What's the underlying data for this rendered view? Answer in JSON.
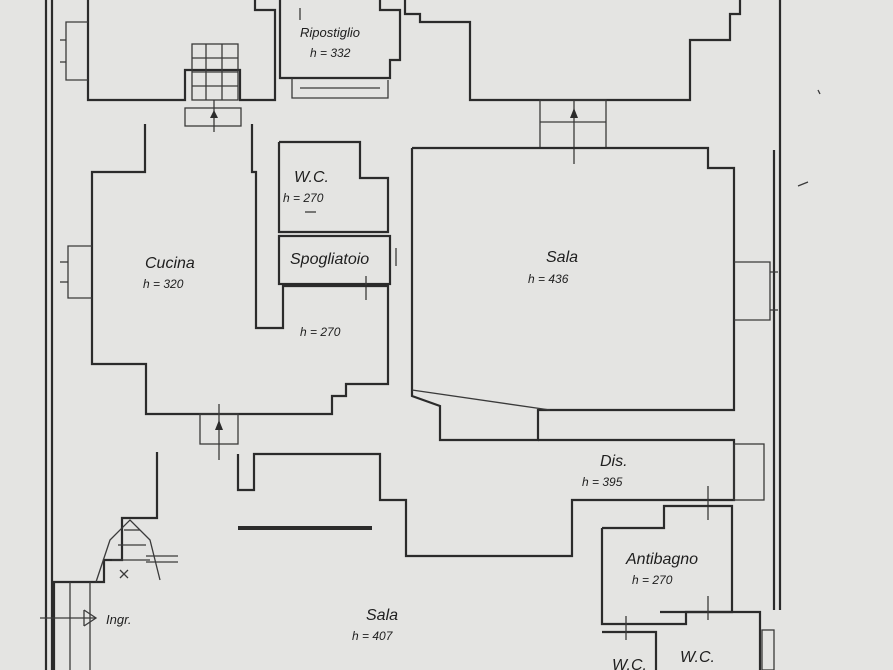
{
  "rooms": {
    "ripostiglio": {
      "name": "Ripostiglio",
      "height": "h = 332"
    },
    "wc_top": {
      "name": "W.C.",
      "height": "h = 270"
    },
    "spogliatoio": {
      "name": "Spogliatoio"
    },
    "cucina": {
      "name": "Cucina",
      "height": "h = 320"
    },
    "corridor": {
      "height": "h = 270"
    },
    "sala_right": {
      "name": "Sala",
      "height": "h = 436"
    },
    "dis": {
      "name": "Dis.",
      "height": "h = 395"
    },
    "antibagno": {
      "name": "Antibagno",
      "height": "h = 270"
    },
    "sala_bottom": {
      "name": "Sala",
      "height": "h = 407"
    },
    "wc_bottom_left": {
      "name": "W.C."
    },
    "wc_bottom_right": {
      "name": "W.C."
    }
  },
  "entrance": {
    "label": "Ingr."
  },
  "colors": {
    "paper": "#e4e4e2",
    "ink": "#2b2b2b"
  }
}
